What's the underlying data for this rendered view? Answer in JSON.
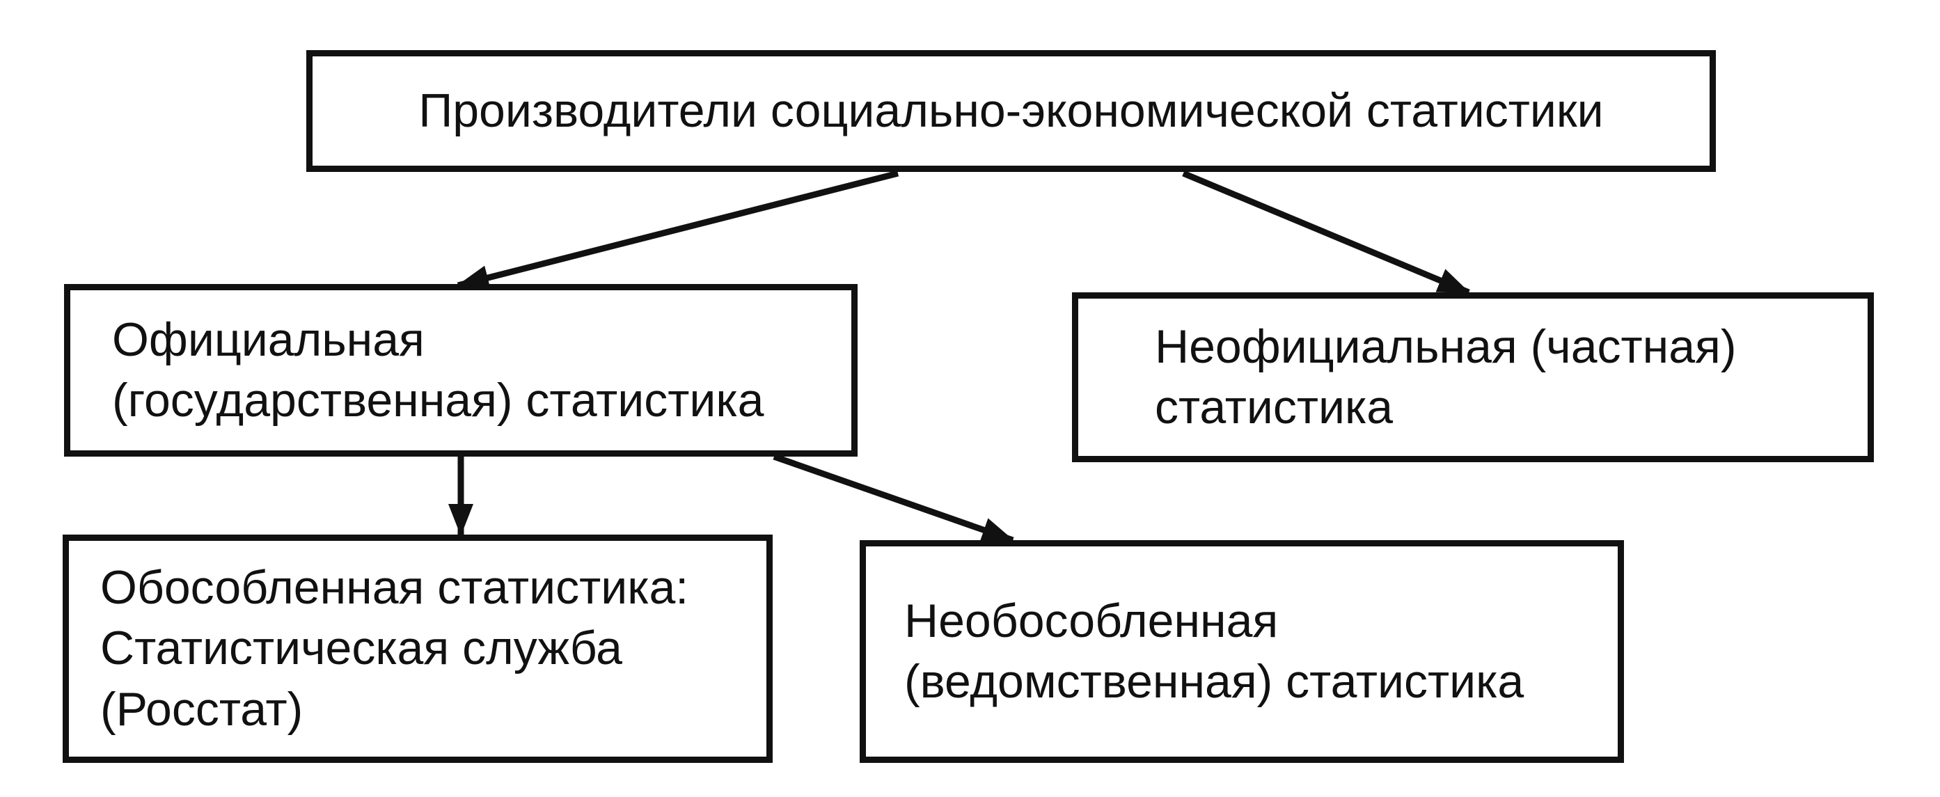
{
  "diagram": {
    "root": {
      "label": "Производители социально-экономической статистики"
    },
    "official": {
      "label": "Официальная\n(государственная) статистика"
    },
    "unofficial": {
      "label": "Неофициальная (частная)\nстатистика"
    },
    "separate": {
      "label": "Обособленная статистика:\nСтатистическая служба\n(Росстат)"
    },
    "departmental": {
      "label": "Необособленная\n(ведомственная) статистика"
    }
  },
  "colors": {
    "stroke": "#111111",
    "background": "#ffffff"
  }
}
